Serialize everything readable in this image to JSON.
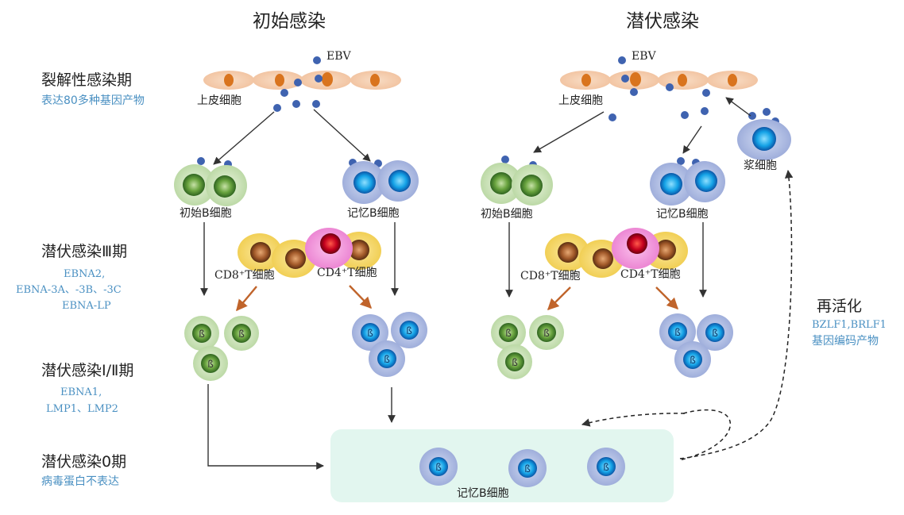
{
  "titles": {
    "initial": "初始感染",
    "latent": "潜伏感染"
  },
  "stages": {
    "lytic": {
      "title": "裂解性感染期",
      "desc": "表达80多种基因产物"
    },
    "latency3": {
      "title": "潜伏感染Ⅲ期",
      "line1": "EBNA2,",
      "line2": "EBNA-3A、-3B、-3C",
      "line3": "EBNA-LP"
    },
    "latency12": {
      "title": "潜伏感染Ⅰ/Ⅱ期",
      "line1": "EBNA1,",
      "line2": "LMP1、LMP2"
    },
    "latency0": {
      "title": "潜伏感染0期",
      "desc": "病毒蛋白不表达"
    }
  },
  "labels": {
    "ebv": "EBV",
    "epithelial": "上皮细胞",
    "naive_b": "初始B细胞",
    "memory_b": "记忆B细胞",
    "cd8": "CD8⁺T细胞",
    "cd4": "CD4⁺T细胞",
    "plasma": "浆细胞",
    "reactivation": "再活化",
    "reactivation_genes_1": "BZLF1,BRLF1",
    "reactivation_genes_2": "基因编码产物",
    "memory_b_pool": "记忆B细胞"
  },
  "colors": {
    "accent_text": "#4a90c2",
    "virus": "#3f63b0",
    "epithelial": "#f3c9a8",
    "epithelial_nucleus": "#d9741e",
    "naive_cell": "#c7e0b3",
    "memory_cell": "#aab8e0",
    "memory_nucleus": "#1e9be0",
    "t_cell_yellow": "#f4d463",
    "t_cell_nucleus": "#8a4a22",
    "cd4_pink": "#f08ed8",
    "cd4_nucleus": "#c4001e",
    "orange_arrow": "#c0642b",
    "pool_bg": "#e2f6ef"
  }
}
